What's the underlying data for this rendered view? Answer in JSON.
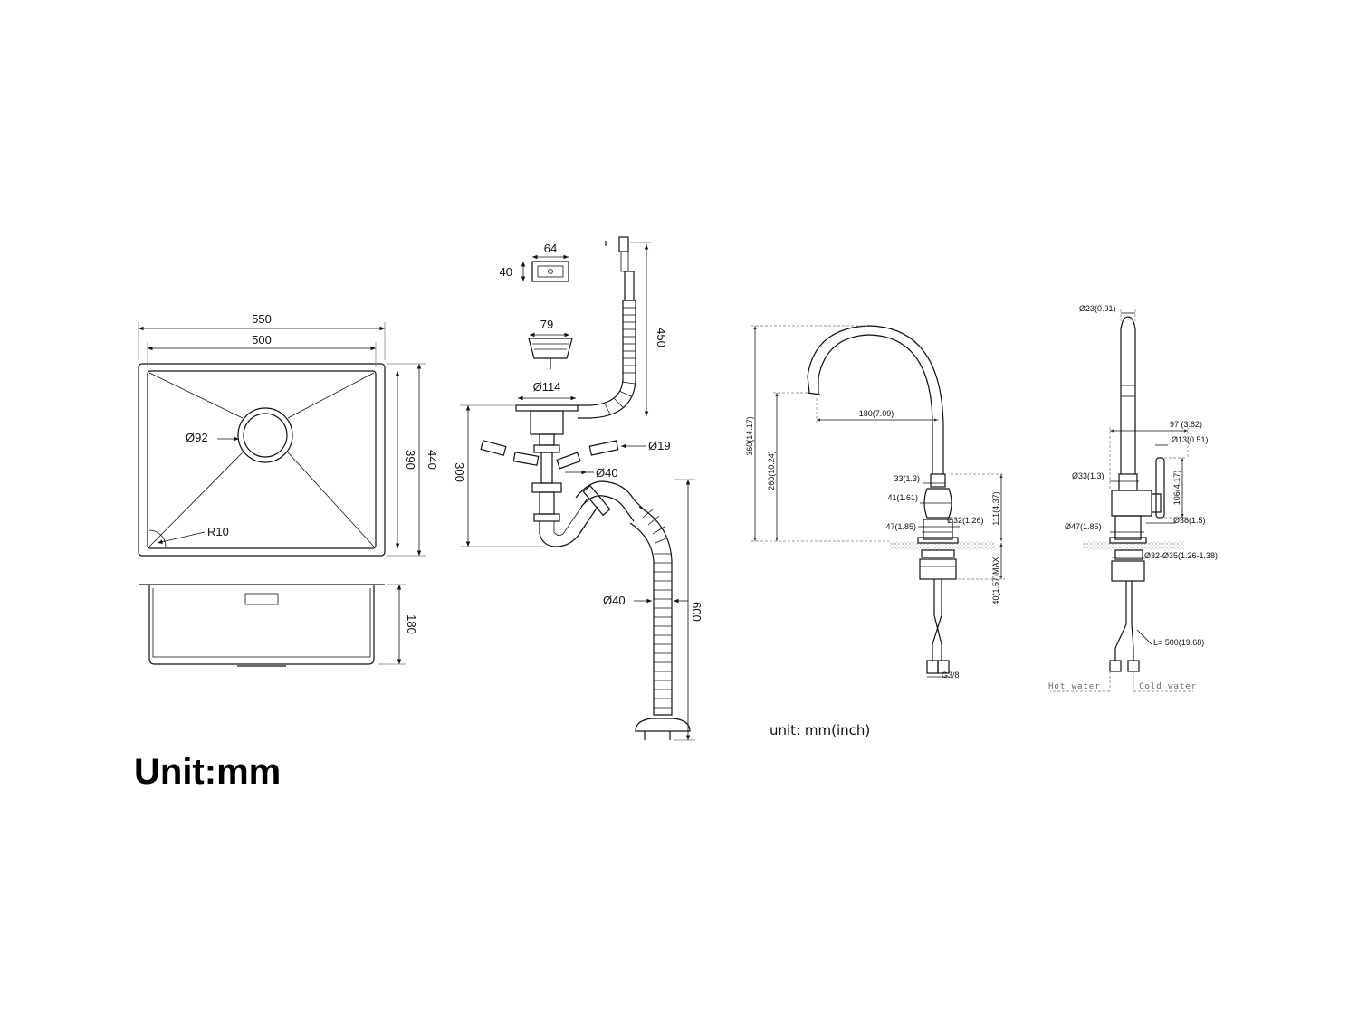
{
  "sink_top": {
    "outer_width": "550",
    "inner_width": "500",
    "drain_diameter": "Ø92",
    "corner_radius": "R10",
    "inner_depth": "390",
    "outer_depth": "440"
  },
  "sink_side": {
    "height": "180"
  },
  "drain_kit": {
    "overflow_width": "64",
    "overflow_height": "40",
    "strainer_width": "79",
    "flange_diameter": "Ø114",
    "overflow_hose_length": "450",
    "trap_height": "300",
    "small_pipe_diameter": "Ø19",
    "pipe_diameter_1": "Ø40",
    "pipe_diameter_2": "Ø40",
    "drain_hose_length": "600"
  },
  "faucet_front": {
    "total_height": "360(14.17)",
    "spout_height": "260(10.24)",
    "reach": "180(7.09)",
    "dim_33": "33(1.3)",
    "dim_41": "41(1.61)",
    "dim_47": "47(1.85)",
    "body_diameter": "Ø32(1.26)",
    "body_height": "111(4.37)",
    "max_counter": "40(1.57)MAX",
    "thread": "G3/8"
  },
  "faucet_side": {
    "spout_diameter": "Ø23(0.91)",
    "lever_reach": "97  (3.82)",
    "lever_diameter": "Ø13(0.51)",
    "dim_33": "Ø33(1.3)",
    "lever_height": "106(4.17)",
    "dim_38": "Ø38(1.5)",
    "dim_47": "Ø47(1.85)",
    "hole_range": "Ø32-Ø35(1.26-1.38)",
    "hose_length": "L= 500(19.68)",
    "hot_water": "Hot water",
    "cold_water": "Cold water"
  },
  "units": {
    "faucet_unit": "unit: mm(inch)",
    "main_unit": "Unit:mm"
  },
  "colors": {
    "line": "#111111",
    "thin": "#777777"
  }
}
